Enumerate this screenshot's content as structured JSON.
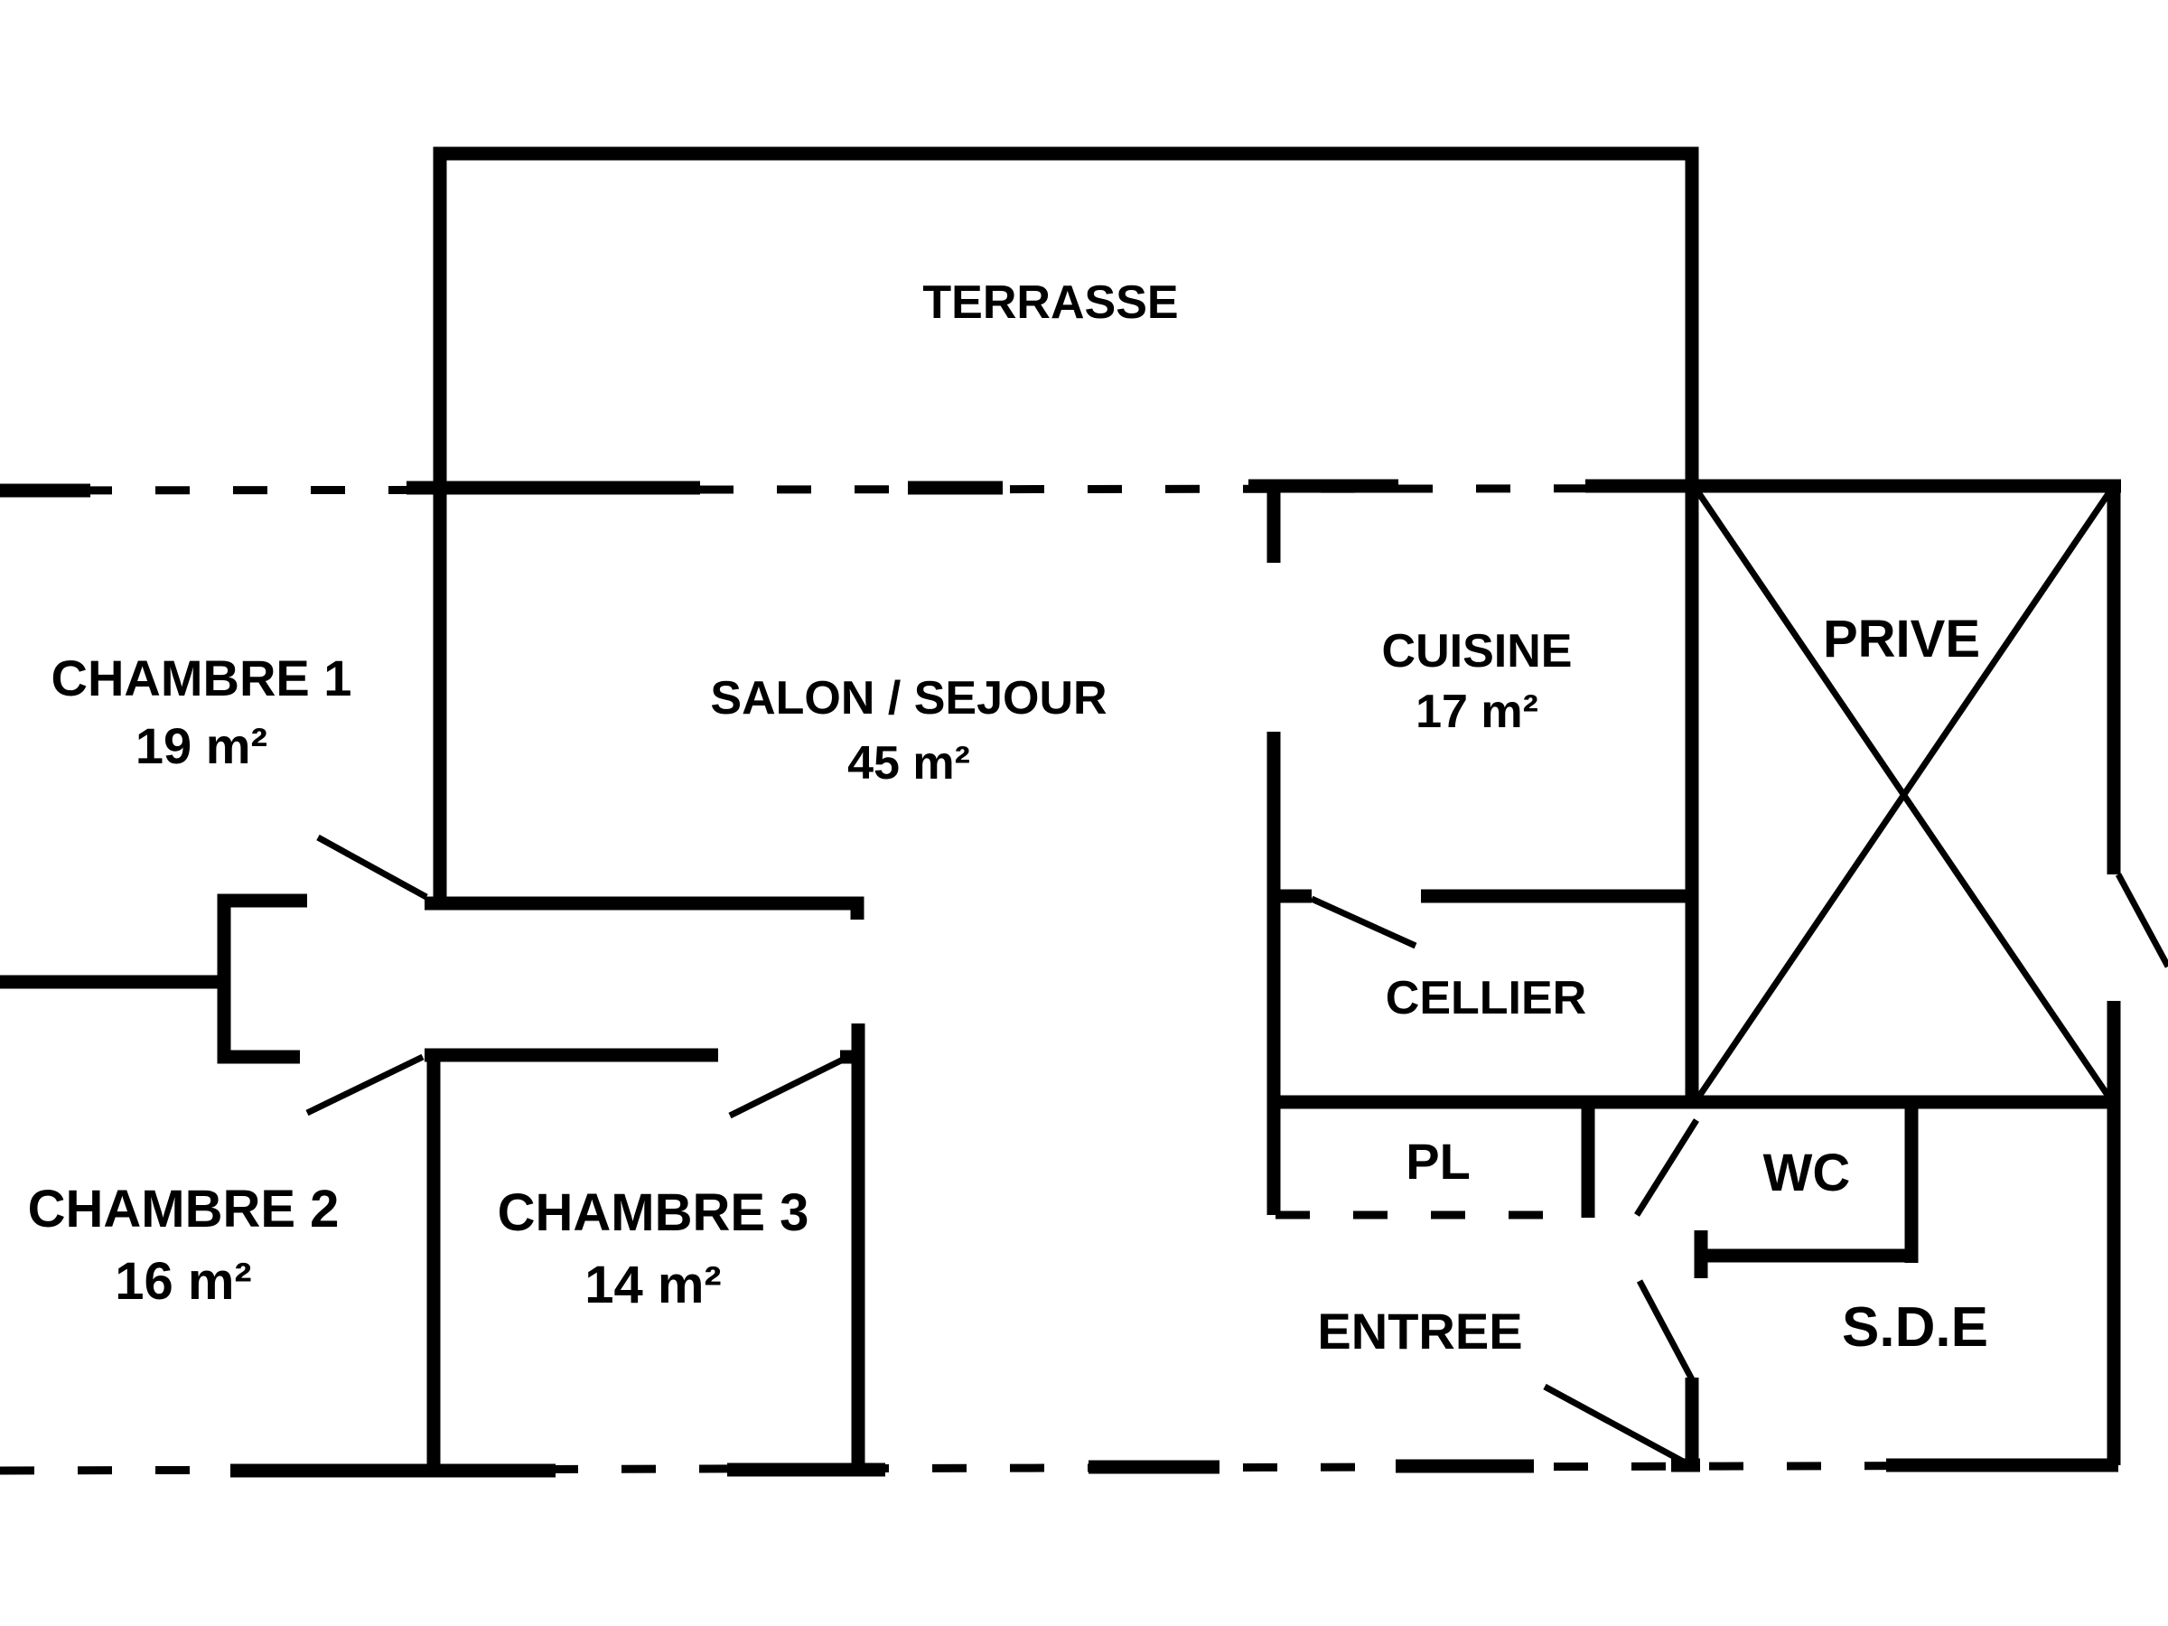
{
  "rooms": {
    "terrasse": {
      "name": "TERRASSE",
      "area": ""
    },
    "chambre1": {
      "name": "CHAMBRE 1",
      "area": "19 m²"
    },
    "salon": {
      "name": "SALON / SEJOUR",
      "area": "45 m²"
    },
    "cuisine": {
      "name": "CUISINE",
      "area": "17 m²"
    },
    "prive": {
      "name": "PRIVE",
      "area": ""
    },
    "cellier": {
      "name": "CELLIER",
      "area": ""
    },
    "chambre2": {
      "name": "CHAMBRE 2",
      "area": "16 m²"
    },
    "chambre3": {
      "name": "CHAMBRE 3",
      "area": "14 m²"
    },
    "pl": {
      "name": "PL",
      "area": ""
    },
    "wc": {
      "name": "WC",
      "area": ""
    },
    "entree": {
      "name": "ENTREE",
      "area": ""
    },
    "sde": {
      "name": "S.D.E",
      "area": ""
    }
  }
}
